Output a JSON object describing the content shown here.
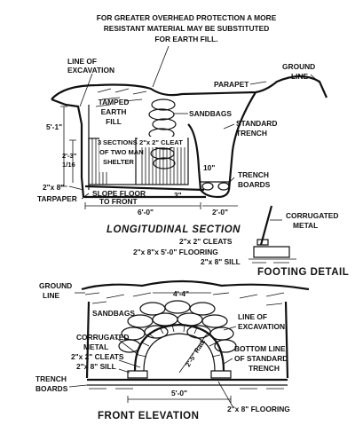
{
  "note": {
    "line1": "FOR GREATER OVERHEAD PROTECTION A MORE",
    "line2": "RESISTANT MATERIAL MAY BE SUBSTITUTED",
    "line3": "FOR EARTH FILL."
  },
  "longitudinal": {
    "title": "LONGITUDINAL SECTION",
    "line_of_excavation": [
      "LINE OF",
      "EXCAVATION"
    ],
    "tamped_earth_fill": [
      "TAMPED",
      "EARTH",
      "FILL"
    ],
    "parapet": "PARAPET",
    "ground_line": [
      "GROUND",
      "LINE"
    ],
    "sandbags": "SANDBAGS",
    "standard_trench": [
      "STANDARD",
      "TRENCH"
    ],
    "sections": [
      "3",
      "SECTIONS",
      "OF TWO MAN",
      "SHELTER"
    ],
    "cleat": "2\"x 2\" CLEAT",
    "dim_height_top": "5'-1\"",
    "dim_height_inner": "2'-3\"",
    "dim_height_frac": "1/16",
    "ten_inch": "10\"",
    "trench_boards": [
      "TRENCH",
      "BOARDS"
    ],
    "two_by_eight": "2\"x 8\"",
    "tarpaper": "TARPAPER",
    "slope_floor": [
      "SLOPE FLOOR",
      "TO FRONT"
    ],
    "three_inch": "3\"",
    "length": "6'-0\"",
    "trench_length": "2'-0\""
  },
  "footing": {
    "title": "FOOTING DETAIL",
    "corrugated_metal": [
      "CORRUGATED",
      "METAL"
    ],
    "cleats": "2\"x 2\" CLEATS",
    "flooring": "2\"x 8\"x 5'-0\" FLOORING",
    "sill": "2\"x 8\" SILL"
  },
  "front": {
    "title": "FRONT ELEVATION",
    "ground_line": [
      "GROUND",
      "LINE"
    ],
    "dim_top": "4'-4\"",
    "sandbags": "SANDBAGS",
    "line_of_excavation": [
      "LINE OF",
      "EXCAVATION"
    ],
    "corrugated_metal": [
      "CORRUGATED",
      "METAL"
    ],
    "cleats": "2\"x 2\" CLEATS",
    "sill": "2\"x 8\" SILL",
    "radius": "2'-5\" Rad.",
    "bottom_line": [
      "BOTTOM LINE",
      "OF STANDARD",
      "TRENCH"
    ],
    "trench_boards": [
      "TRENCH",
      "BOARDS"
    ],
    "width": "5'-0\"",
    "flooring": "2\"x 8\" FLOORING"
  }
}
